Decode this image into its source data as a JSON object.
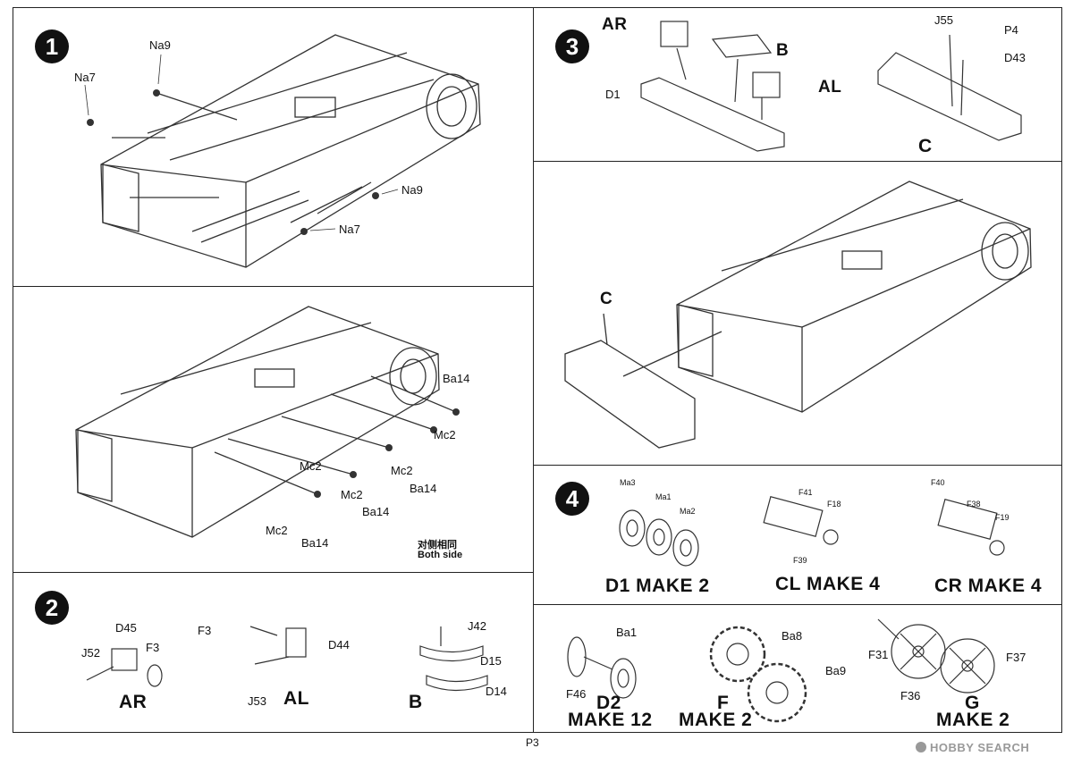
{
  "page": {
    "number": "P3",
    "watermark": "HOBBY SEARCH"
  },
  "step1": {
    "num": "1",
    "labels": [
      "Na9",
      "Na7",
      "Na9",
      "Na7"
    ]
  },
  "step1b": {
    "labels": [
      "Ba14",
      "Mc2",
      "Mc2",
      "Mc2",
      "Ba14",
      "Mc2",
      "Ba14",
      "Mc2",
      "Ba14"
    ],
    "note_cn": "对侧相同",
    "note_en": "Both side"
  },
  "step2": {
    "num": "2",
    "ar": {
      "parts": [
        "D45",
        "F3",
        "J52"
      ],
      "title": "AR"
    },
    "al": {
      "parts": [
        "F3",
        "D44",
        "J53"
      ],
      "title": "AL"
    },
    "b": {
      "parts": [
        "J42",
        "D15",
        "D14"
      ],
      "title": "B"
    }
  },
  "step3": {
    "num": "3",
    "labels": [
      "AR",
      "B",
      "AL",
      "D1"
    ],
    "c": {
      "parts": [
        "J55",
        "P4",
        "D43"
      ],
      "title": "C"
    }
  },
  "step3b": {
    "label": "C"
  },
  "step4": {
    "num": "4",
    "d1": {
      "parts": [
        "Ma3",
        "Ma1",
        "Ma2"
      ],
      "title": "D1 MAKE 2"
    },
    "cl": {
      "parts": [
        "F41",
        "F18",
        "F39"
      ],
      "title": "CL MAKE 4"
    },
    "cr": {
      "parts": [
        "F40",
        "F38",
        "F19"
      ],
      "title": "CR MAKE 4"
    }
  },
  "step5": {
    "d2": {
      "parts": [
        "Ba1",
        "F46"
      ],
      "title1": "D2",
      "title2": "MAKE 12"
    },
    "f": {
      "parts": [
        "Ba8",
        "Ba9"
      ],
      "title1": "F",
      "title2": "MAKE 2"
    },
    "g": {
      "parts": [
        "F31",
        "F37",
        "F36"
      ],
      "title1": "G",
      "title2": "MAKE 2"
    }
  }
}
